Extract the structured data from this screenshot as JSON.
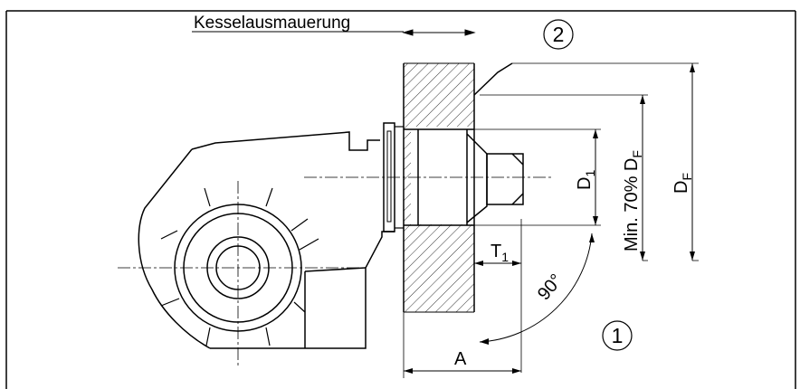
{
  "labels": {
    "wall": "Kesselausmauerung",
    "marker_top": "2",
    "marker_bottom": "1",
    "dim_d1_main": "D",
    "dim_d1_sub": "1",
    "dim_min_main": "Min. 70% D",
    "dim_min_sub": "F",
    "dim_df_main": "D",
    "dim_df_sub": "F",
    "dim_t1_main": "T",
    "dim_t1_sub": "1",
    "angle": "90°",
    "dim_a": "A"
  },
  "colors": {
    "line": "#000000",
    "background": "#ffffff"
  }
}
